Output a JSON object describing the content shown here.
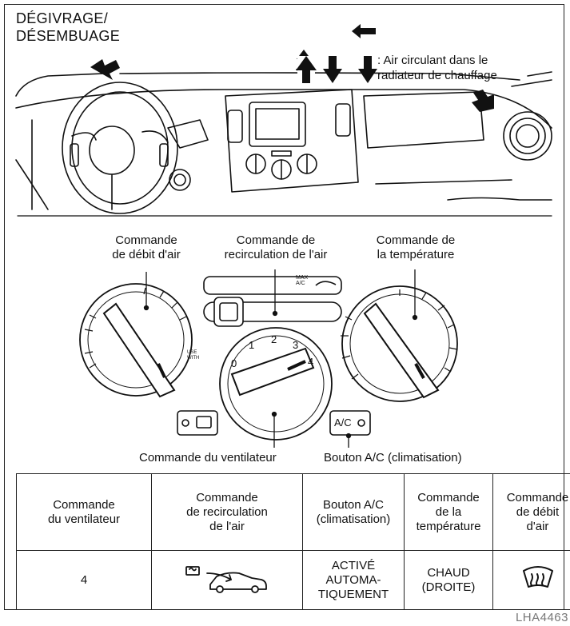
{
  "diagram": {
    "defrost_label": "DÉGIVRAGE/\nDÉSEMBUAGE",
    "legend_text": ": Air circulant dans le\nradiateur de chauffage",
    "callouts": {
      "air_flow": "Commande\nde débit d'air",
      "recirculation": "Commande de\nrecirculation de l'air",
      "temperature": "Commande de\nla température",
      "fan": "Commande du ventilateur",
      "ac_button": "Bouton A/C (climatisation)"
    },
    "fan_speeds": [
      "0",
      "1",
      "2",
      "3",
      "4"
    ],
    "ac_button_label": "A/C",
    "max_ac_label": "MAX\nA/C",
    "use_with_label": "USE\nWITH",
    "figure_code": "LHA4463"
  },
  "table": {
    "headers": [
      "Commande\ndu ventilateur",
      "Commande\nde recirculation\nde l'air",
      "Bouton A/C\n(climatisation)",
      "Commande\nde la\ntempérature",
      "Commande\nde débit\nd'air"
    ],
    "row": {
      "fan": "4",
      "ac": "ACTIVÉ\nAUTOMA-\nTIQUEMENT",
      "temperature": "CHAUD\n(DROITE)"
    },
    "icons": [
      "recirculation-icon",
      "defrost-icon"
    ]
  }
}
